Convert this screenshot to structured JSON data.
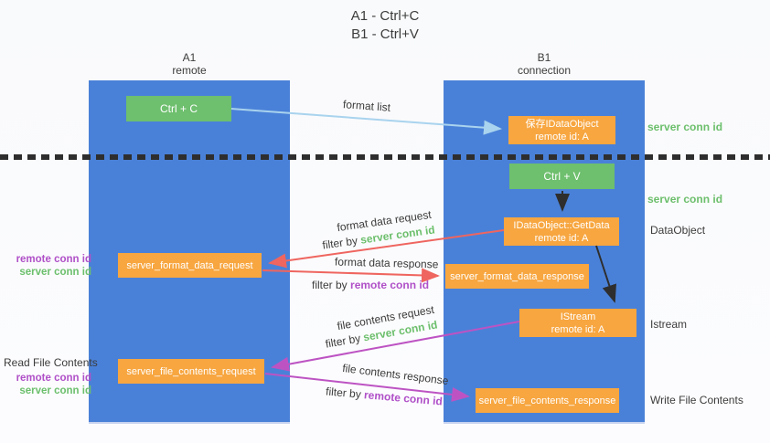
{
  "title": {
    "line1": "A1 - Ctrl+C",
    "line2": "B1 - Ctrl+V"
  },
  "lanes": {
    "left": {
      "name": "A1",
      "type": "remote"
    },
    "right": {
      "name": "B1",
      "type": "connection"
    }
  },
  "boxes": {
    "ctrl_c": {
      "label": "Ctrl + C"
    },
    "ctrl_v": {
      "label": "Ctrl + V"
    },
    "save_dataobject": {
      "line1": "保存IDataObject",
      "line2": "remote id: A"
    },
    "getdata": {
      "line1": "IDataObject::GetData",
      "line2": "remote id: A"
    },
    "istream": {
      "line1": "IStream",
      "line2": "remote id: A"
    },
    "server_format_data_request": {
      "label": "server_format_data_request"
    },
    "server_format_data_response": {
      "label": "server_format_data_response"
    },
    "server_file_contents_request": {
      "label": "server_file_contents_request"
    },
    "server_file_contents_response": {
      "label": "server_file_contents_response"
    }
  },
  "arrows": {
    "format_list": {
      "label": "format list"
    },
    "format_data_request": {
      "label": "format data request",
      "filter_prefix": "filter by",
      "filter_key": "server conn id"
    },
    "format_data_response": {
      "label": "format data response",
      "filter_prefix": "filter by",
      "filter_key": "remote conn id"
    },
    "file_contents_request": {
      "label": "file contents request",
      "filter_prefix": "filter by",
      "filter_key": "server conn id"
    },
    "file_contents_response": {
      "label": "file contents response",
      "filter_prefix": "filter by",
      "filter_key": "remote conn id"
    }
  },
  "annotations": {
    "server_conn_id_top": "server conn id",
    "server_conn_id_mid": "server conn id",
    "dataobject": "DataObject",
    "istream": "Istream",
    "write_file_contents": "Write File Contents",
    "read_file_contents": "Read File Contents",
    "format_pair": {
      "remote": "remote conn id",
      "server": "server conn id"
    },
    "file_pair": {
      "remote": "remote conn id",
      "server": "server conn id"
    }
  },
  "colors": {
    "lane_blue": "#4a81d8",
    "green_box": "#6ebf6e",
    "orange_box": "#f7a640",
    "arrow_light_blue": "#a9d3ee",
    "arrow_red": "#ef655f",
    "arrow_magenta": "#bd53c3",
    "arrow_black": "#2e2e2e",
    "text_green": "#6cbf6c",
    "text_purple": "#b050c8",
    "text_dark": "#3c3c3c"
  }
}
